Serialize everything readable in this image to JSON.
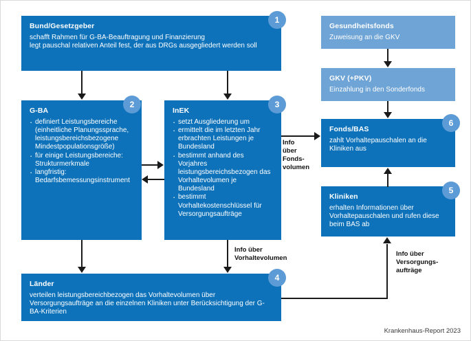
{
  "figure": {
    "caption": "Krankenhaus-Report 2023",
    "colors": {
      "box_dark": "#0D72BA",
      "box_light": "#6FA4D6",
      "badge": "#5C9BD5",
      "connector": "#1A1A1A",
      "text_on_box": "#FFFFFF"
    }
  },
  "nodes": {
    "bund": {
      "badge": "1",
      "title": "Bund/Gesetzgeber",
      "lines": [
        "schafft Rahmen für G-BA-Beauftragung und Finanzierung",
        "legt pauschal relativen Anteil fest, der aus DRGs ausgegliedert werden soll"
      ]
    },
    "gba": {
      "badge": "2",
      "title": "G-BA",
      "bullets": [
        "definiert Leistungsbereiche (einheitliche Planungssprache, leistungsbereichsbezogene Mindestpopulationsgröße)",
        "für einige Leistungsbereiche: Strukturmerkmale",
        "langfristig: Bedarfsbemessungsinstrument"
      ]
    },
    "inek": {
      "badge": "3",
      "title": "InEK",
      "bullets": [
        "setzt Ausgliederung um",
        "ermittelt die im letzten Jahr erbrachten Leistungen je Bundesland",
        "bestimmt anhand des Vorjahres leistungsbereichsbezogen das Vorhaltevolumen je Bundesland",
        "bestimmt Vorhaltekostenschlüssel für Versorgungsaufträge"
      ]
    },
    "laender": {
      "badge": "4",
      "title": "Länder",
      "lines": [
        "verteilen leistungsbereichbezogen das Vorhaltevolumen über Versorgungsaufträge an die einzelnen Kliniken unter Berücksichtigung der G-BA-Kriterien"
      ]
    },
    "gesundheitsfonds": {
      "badge": "",
      "title": "Gesundheitsfonds",
      "lines": [
        "Zuweisung an die GKV"
      ]
    },
    "gkv": {
      "badge": "",
      "title": "GKV (+PKV)",
      "lines": [
        "Einzahlung in den Sonderfonds"
      ]
    },
    "fonds": {
      "badge": "6",
      "title": "Fonds/BAS",
      "lines": [
        "zahlt Vorhaltepauschalen an die Kliniken aus"
      ]
    },
    "kliniken": {
      "badge": "5",
      "title": "Kliniken",
      "lines": [
        "erhalten Informationen über Vorhaltepauschalen und rufen diese beim BAS ab"
      ]
    }
  },
  "edges": {
    "inek_to_fonds": "Info\nüber\nFonds-\nvolumen",
    "inek_to_laender": "Info über\nVorhaltevolumen",
    "laender_to_kliniken": "Info über\nVersorgungs-\naufträge"
  }
}
